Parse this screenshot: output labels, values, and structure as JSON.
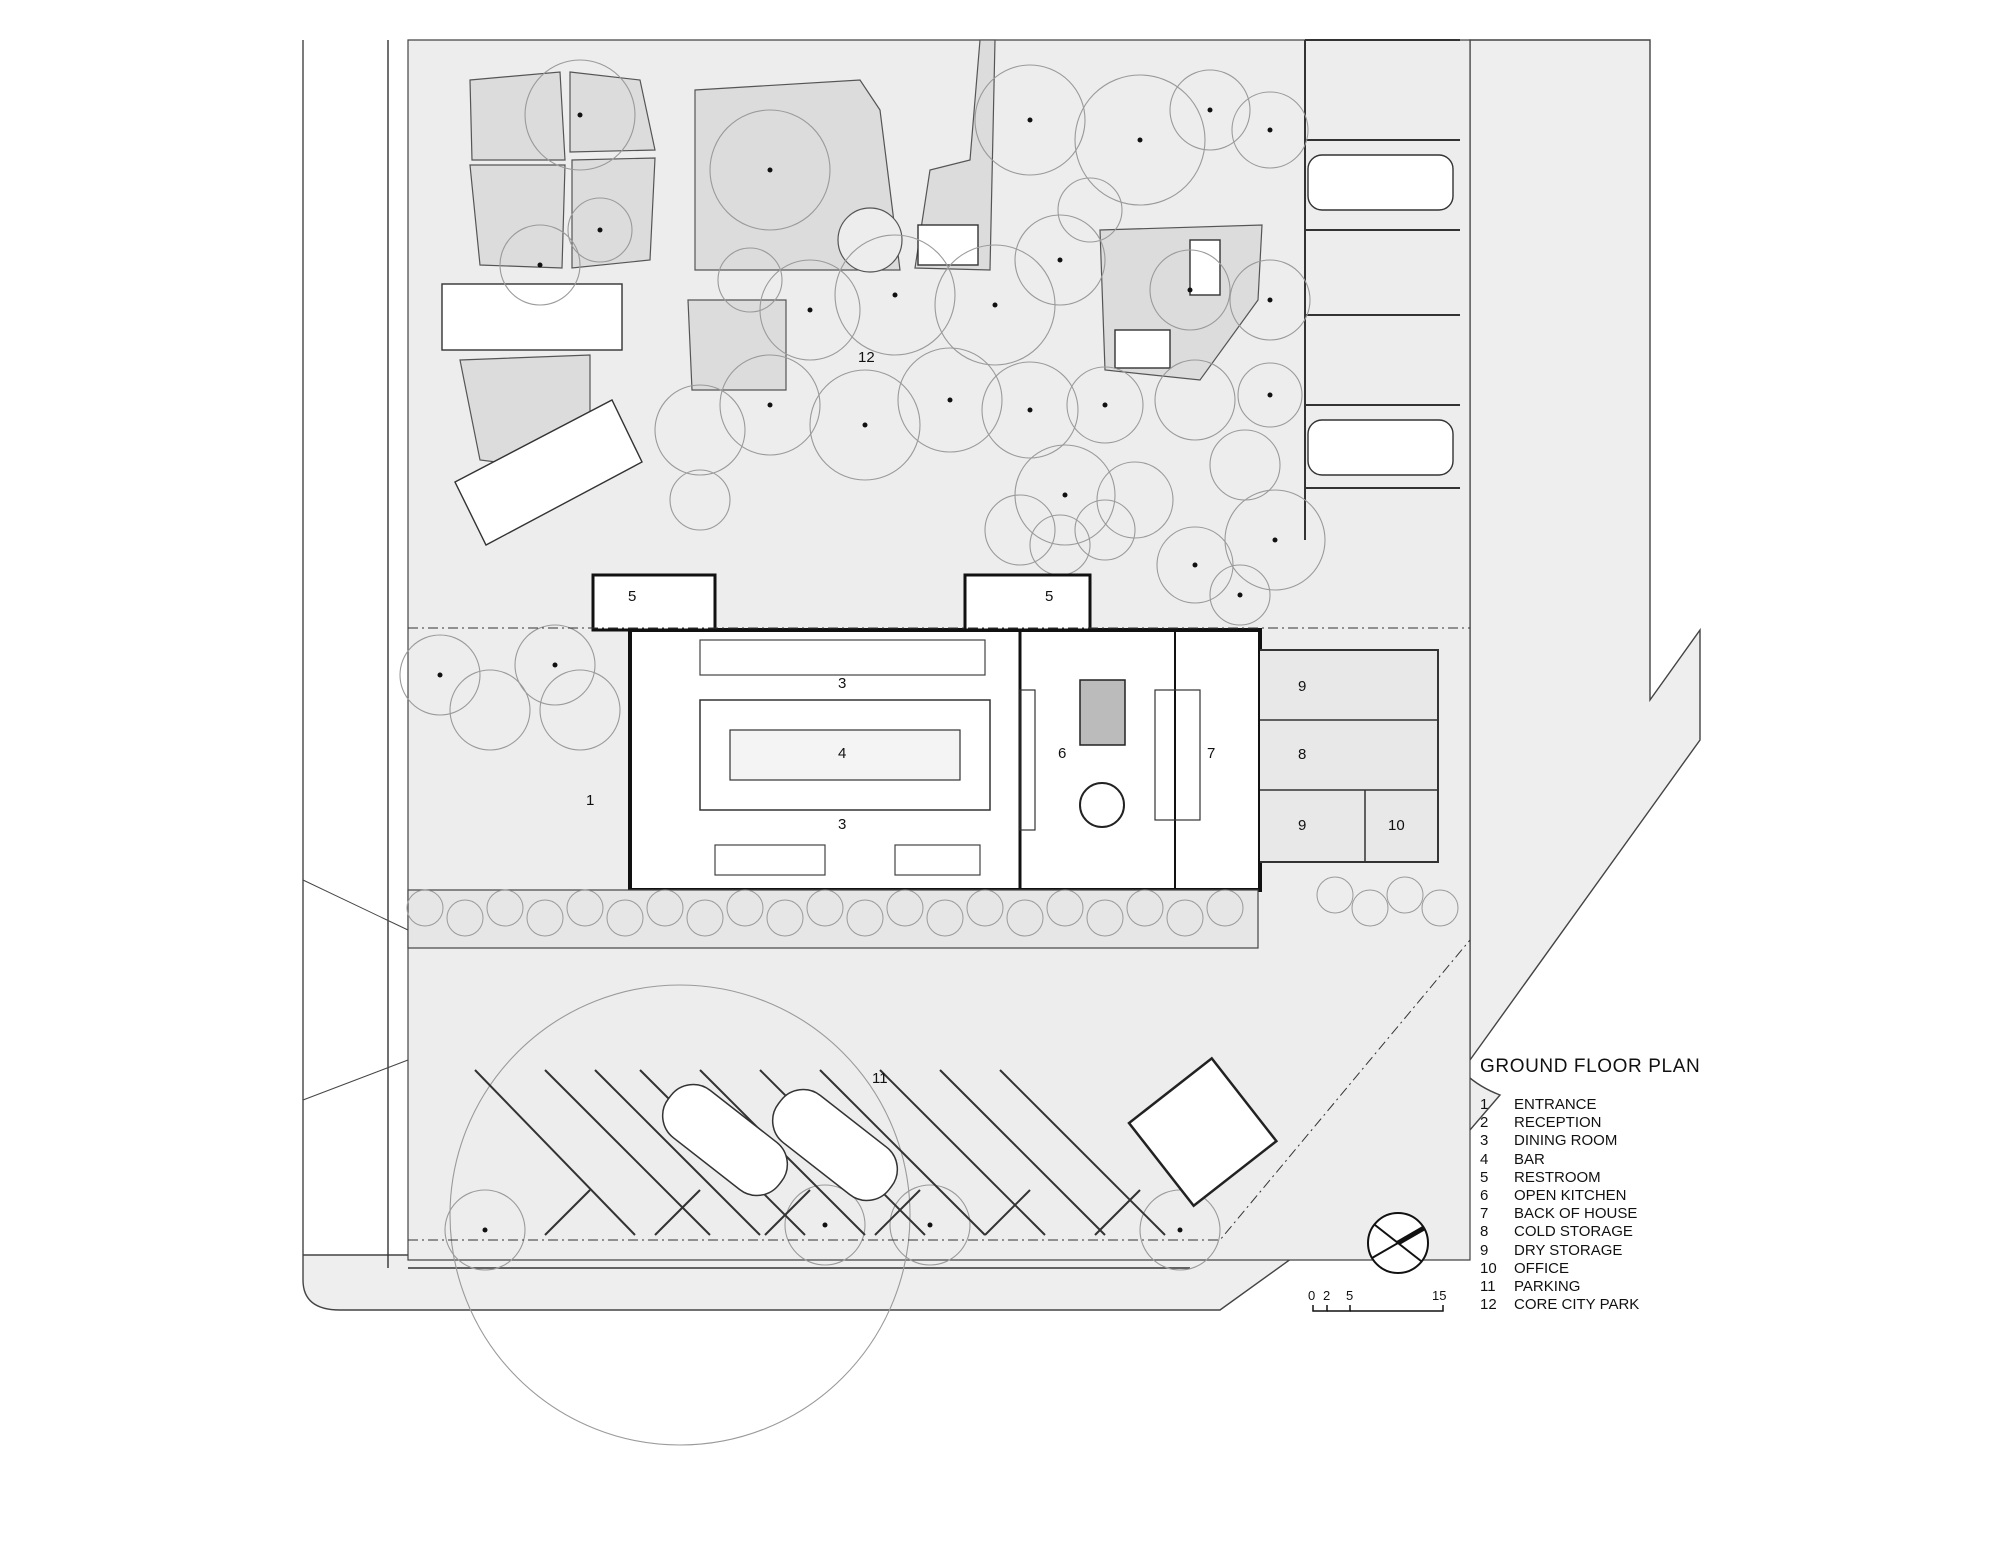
{
  "plan_title": "GROUND FLOOR PLAN",
  "legend": [
    {
      "num": "1",
      "label": "ENTRANCE"
    },
    {
      "num": "2",
      "label": "RECEPTION"
    },
    {
      "num": "3",
      "label": "DINING ROOM"
    },
    {
      "num": "4",
      "label": "BAR"
    },
    {
      "num": "5",
      "label": "RESTROOM"
    },
    {
      "num": "6",
      "label": "OPEN KITCHEN"
    },
    {
      "num": "7",
      "label": "BACK OF HOUSE"
    },
    {
      "num": "8",
      "label": "COLD STORAGE"
    },
    {
      "num": "9",
      "label": "DRY STORAGE"
    },
    {
      "num": "10",
      "label": "OFFICE"
    },
    {
      "num": "11",
      "label": "PARKING"
    },
    {
      "num": "12",
      "label": "CORE CITY PARK"
    }
  ],
  "room_labels": {
    "entrance": "1",
    "dining_top": "3",
    "dining_bottom": "3",
    "bar": "4",
    "restroom_left": "5",
    "restroom_right": "5",
    "open_kitchen": "6",
    "back_of_house": "7",
    "cold_storage": "8",
    "dry_storage_top": "9",
    "dry_storage_bottom": "9",
    "office": "10",
    "parking": "11",
    "park": "12"
  },
  "scale_bar": {
    "ticks": [
      "0",
      "2",
      "5",
      "15"
    ]
  },
  "colors": {
    "paving": "#eeeeee",
    "beds": "#dddddd",
    "lines": "#222222",
    "canopy": "#9a9a9a"
  },
  "icons": [
    "north-arrow-icon",
    "scale-bar-icon",
    "tree-icon",
    "person-icon",
    "car-icon"
  ]
}
